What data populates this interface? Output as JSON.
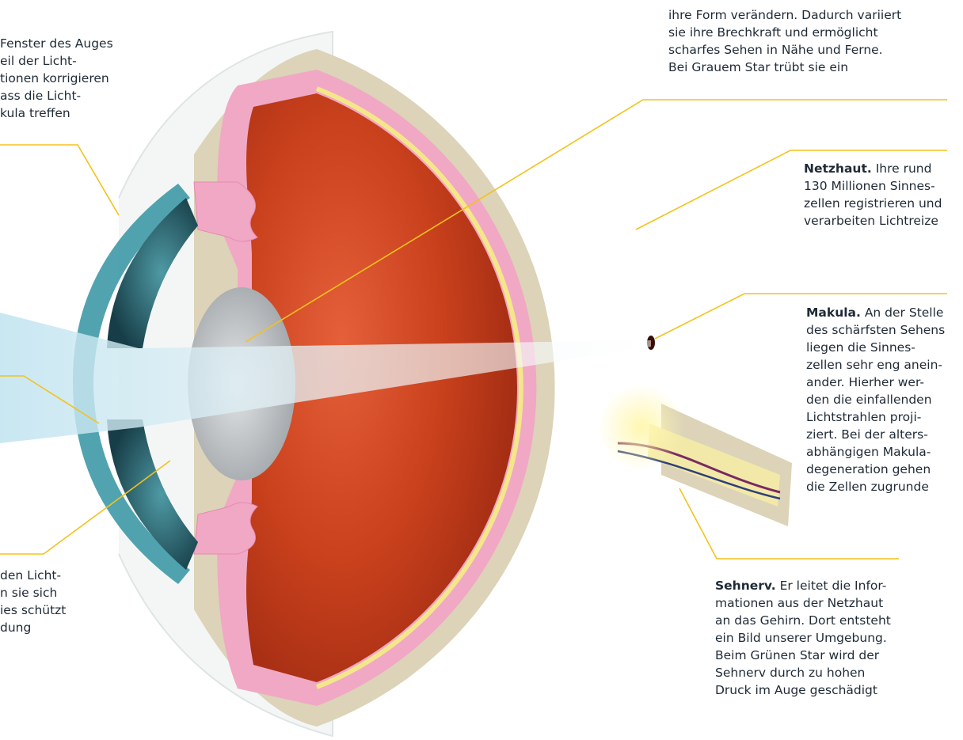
{
  "colors": {
    "leader_line": "#f3c21b",
    "text": "#1f2a36",
    "sclera": "#dcd3b8",
    "choroid": "#f1a8c4",
    "retina": "#f4e78a",
    "vitreous": "#c8401c",
    "cornea": "#3e9aa6",
    "lens": "#c9ccce"
  },
  "labels": {
    "cornea": {
      "lines": [
        "Fenster des Auges",
        "eil der Licht-",
        "tionen korrigieren",
        "ass die Licht-",
        "kula treffen"
      ]
    },
    "lens": {
      "lines": [
        "ihre Form verändern. Dadurch variiert",
        "sie ihre Brechkraft und ermöglicht",
        "scharfes Sehen in Nähe und Ferne.",
        "Bei Grauem Star trübt sie ein"
      ]
    },
    "retina": {
      "title": "Netzhaut.",
      "lines": [
        "Ihre rund",
        "130 Millionen Sinnes-",
        "zellen registrieren und",
        "verarbeiten Lichtreize"
      ]
    },
    "macula": {
      "title": "Makula.",
      "lines": [
        "An der Stelle",
        "des schärfsten Sehens",
        "liegen die Sinnes-",
        "zellen sehr eng anein-",
        "ander. Hierher wer-",
        "den die einfallenden",
        "Lichtstrahlen proji-",
        "ziert. Bei der alters-",
        "abhängigen Makula-",
        "degeneration gehen",
        "die Zellen zugrunde"
      ]
    },
    "pupil": {
      "lines": [
        "den Licht-",
        "n sie sich",
        "ies schützt",
        "dung"
      ]
    },
    "optic_nerve": {
      "title": "Sehnerv.",
      "lines": [
        "Er leitet die Infor-",
        "mationen aus der Netzhaut",
        "an das Gehirn. Dort entsteht",
        "ein Bild unserer Umgebung.",
        "Beim Grünen Star wird der",
        "Sehnerv durch zu hohen",
        "Druck im Auge geschädigt"
      ]
    }
  }
}
